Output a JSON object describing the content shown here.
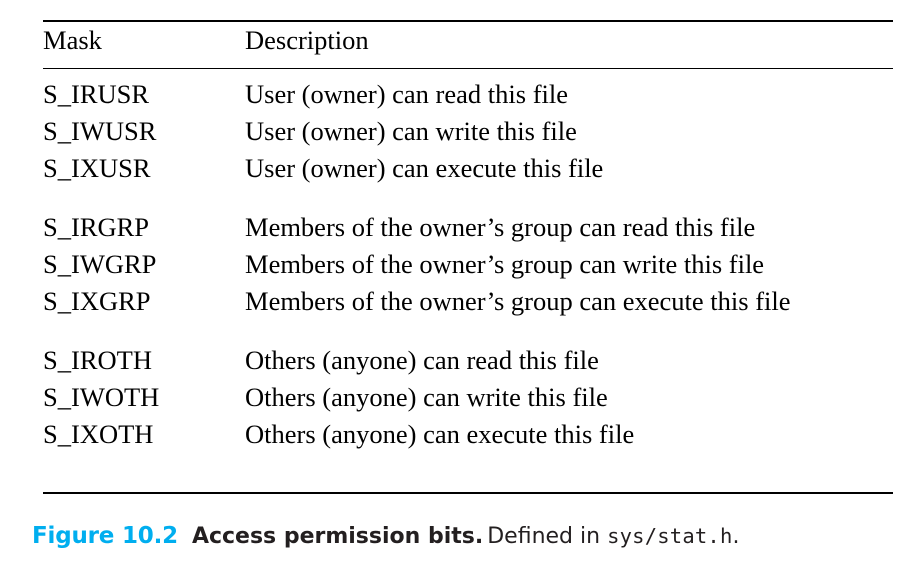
{
  "figure": {
    "columns": [
      "Mask",
      "Description"
    ],
    "rows": [
      {
        "mask": "S_IRUSR",
        "description": "User (owner) can read this file",
        "group": 0
      },
      {
        "mask": "S_IWUSR",
        "description": "User (owner) can write this file",
        "group": 0
      },
      {
        "mask": "S_IXUSR",
        "description": "User (owner) can execute this file",
        "group": 0
      },
      {
        "mask": "S_IRGRP",
        "description": "Members of the owner’s group can read this file",
        "group": 1
      },
      {
        "mask": "S_IWGRP",
        "description": "Members of the owner’s group can write this file",
        "group": 1
      },
      {
        "mask": "S_IXGRP",
        "description": "Members of the owner’s group can execute this file",
        "group": 1
      },
      {
        "mask": "S_IROTH",
        "description": "Others (anyone) can read this file",
        "group": 2
      },
      {
        "mask": "S_IWOTH",
        "description": "Others (anyone) can write this file",
        "group": 2
      },
      {
        "mask": "S_IXOTH",
        "description": "Others (anyone) can execute this file",
        "group": 2
      }
    ],
    "caption": {
      "label": "Figure 10.2",
      "title": "Access permission bits.",
      "note": "Defined in",
      "mono": "sys/stat.h",
      "note_end": "."
    },
    "colors": {
      "label": "#00aeef",
      "text": "#231f20",
      "rule": "#000000",
      "background": "#ffffff"
    }
  }
}
